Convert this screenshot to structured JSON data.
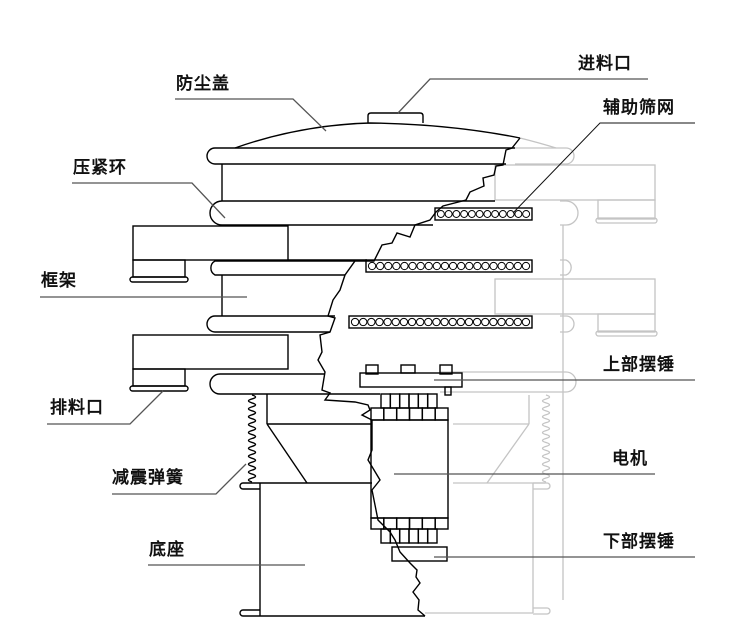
{
  "diagram": {
    "type": "cutaway mechanical drawing",
    "subject": "vibrating sieve (rotary vibro screen)",
    "colors": {
      "line_solid": "#000000",
      "line_ghost": "#c4c4c4",
      "leader": "#555555",
      "background": "#ffffff"
    },
    "labels": {
      "dust_cover": "防尘盖",
      "feed_inlet": "进料口",
      "aux_screen": "辅助筛网",
      "clamp_ring": "压紧环",
      "frame": "框架",
      "discharge_outlet": "排料口",
      "upper_weight": "上部摆锤",
      "motor": "电机",
      "damping_spring": "减震弹簧",
      "lower_weight": "下部摆锤",
      "base": "底座"
    },
    "screen_decks": [
      {
        "name": "top-deck",
        "ball_count": 12
      },
      {
        "name": "middle-deck",
        "ball_count": 20
      },
      {
        "name": "bottom-deck",
        "ball_count": 22
      }
    ]
  }
}
